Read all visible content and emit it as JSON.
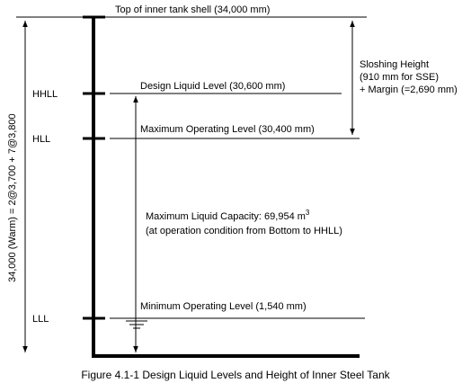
{
  "labels": {
    "top_shell": "Top of inner tank shell (34,000 mm)",
    "design_liquid_level": "Design Liquid Level (30,600 mm)",
    "max_operating_level": "Maximum Operating Level (30,400 mm)",
    "min_operating_level": "Minimum Operating Level (1,540 mm)",
    "hhll": "HHLL",
    "hll": "HLL",
    "lll": "LLL",
    "sloshing_line1": "Sloshing Height",
    "sloshing_line2": "(910 mm for SSE)",
    "sloshing_line3": "+ Margin (=2,690 mm)",
    "capacity_line1_prefix": "Maximum Liquid Capacity: 69,954 m",
    "capacity_superscript": "3",
    "capacity_line2": "(at operation condition from Bottom to HHLL)",
    "overall_height": "34,000 (Warm) = 2@3,700 + 7@3,800"
  },
  "caption": "Figure 4.1-1 Design Liquid Levels and Height of Inner Steel Tank",
  "colors": {
    "line": "#000000",
    "background": "#ffffff"
  }
}
